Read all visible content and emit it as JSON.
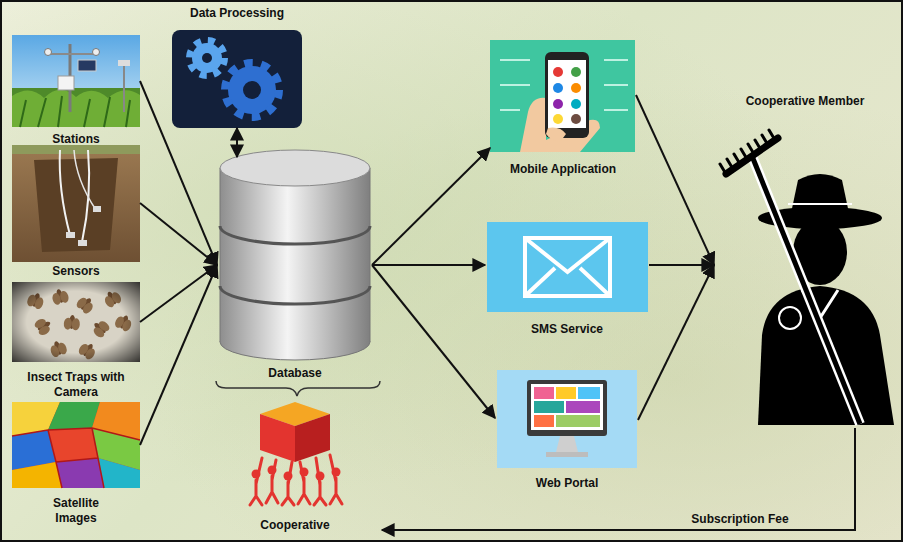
{
  "diagram": {
    "nodes": [
      {
        "text": [
          "Data Processing"
        ]
      },
      {
        "text": [
          "Stations"
        ]
      },
      {
        "text": [
          "Sensors"
        ]
      },
      {
        "text": [
          "Insect Traps with Camera"
        ]
      },
      {
        "text": [
          "Satellite Images"
        ]
      },
      {
        "text": [
          "Database"
        ]
      },
      {
        "text": [
          "Cooperative"
        ]
      },
      {
        "text": [
          "Mobile Application"
        ]
      },
      {
        "text": [
          "SMS Service"
        ]
      },
      {
        "text": [
          "Web Portal"
        ]
      },
      {
        "text": [
          "Cooperative Member"
        ]
      }
    ],
    "edges": [
      {
        "from": 1,
        "to": 5,
        "arrow": "to"
      },
      {
        "from": 2,
        "to": 5,
        "arrow": "to"
      },
      {
        "from": 3,
        "to": 5,
        "arrow": "to"
      },
      {
        "from": 4,
        "to": 5,
        "arrow": "to"
      },
      {
        "from": 0,
        "to": 5,
        "arrow": "both"
      },
      {
        "from": 5,
        "to": 7,
        "arrow": "to"
      },
      {
        "from": 5,
        "to": 8,
        "arrow": "to"
      },
      {
        "from": 5,
        "to": 9,
        "arrow": "to"
      },
      {
        "from": 7,
        "to": 10,
        "arrow": "to"
      },
      {
        "from": 8,
        "to": 10,
        "arrow": "to"
      },
      {
        "from": 9,
        "to": 10,
        "arrow": "to"
      },
      {
        "from": 10,
        "to": 6,
        "label": "Subscription Fee",
        "arrow": "to"
      }
    ]
  }
}
